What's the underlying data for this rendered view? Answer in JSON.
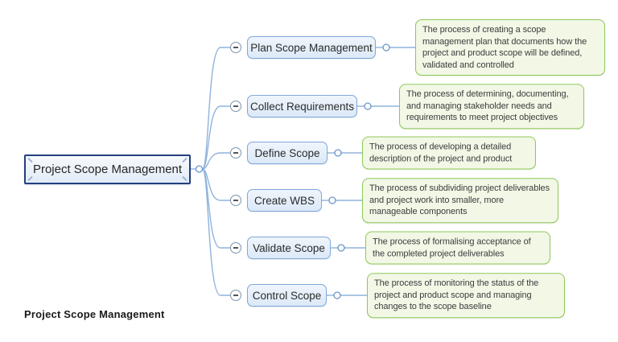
{
  "diagram": {
    "main_topic": "Project Scope Management",
    "sheet_label": "Project Scope Management",
    "branches": [
      {
        "label": "Plan Scope Management",
        "description": "The process of creating a scope management plan that documents how the project and product scope will be defined, validated and controlled"
      },
      {
        "label": "Collect Requirements",
        "description": "The process of determining, documenting, and managing stakeholder needs and requirements to meet project objectives"
      },
      {
        "label": "Define Scope",
        "description": "The process of developing a detailed description of the project and product"
      },
      {
        "label": "Create WBS",
        "description": "The process of subdividing project deliverables and project work into smaller, more manageable components"
      },
      {
        "label": "Validate Scope",
        "description": "The process of formalising acceptance of the completed project deliverables"
      },
      {
        "label": "Control Scope",
        "description": "The process of monitoring the status of the project and product scope and managing changes to the scope baseline"
      }
    ],
    "colors": {
      "main_border": "#24407e",
      "main_fill": "#eef3fb",
      "subtopic_border": "#7fa8d9",
      "subtopic_fill": "#dce9f8",
      "note_border": "#8fc859",
      "note_fill": "#f2f7e6",
      "connector": "#8fb3dc",
      "text": "#2f2f2f"
    }
  }
}
